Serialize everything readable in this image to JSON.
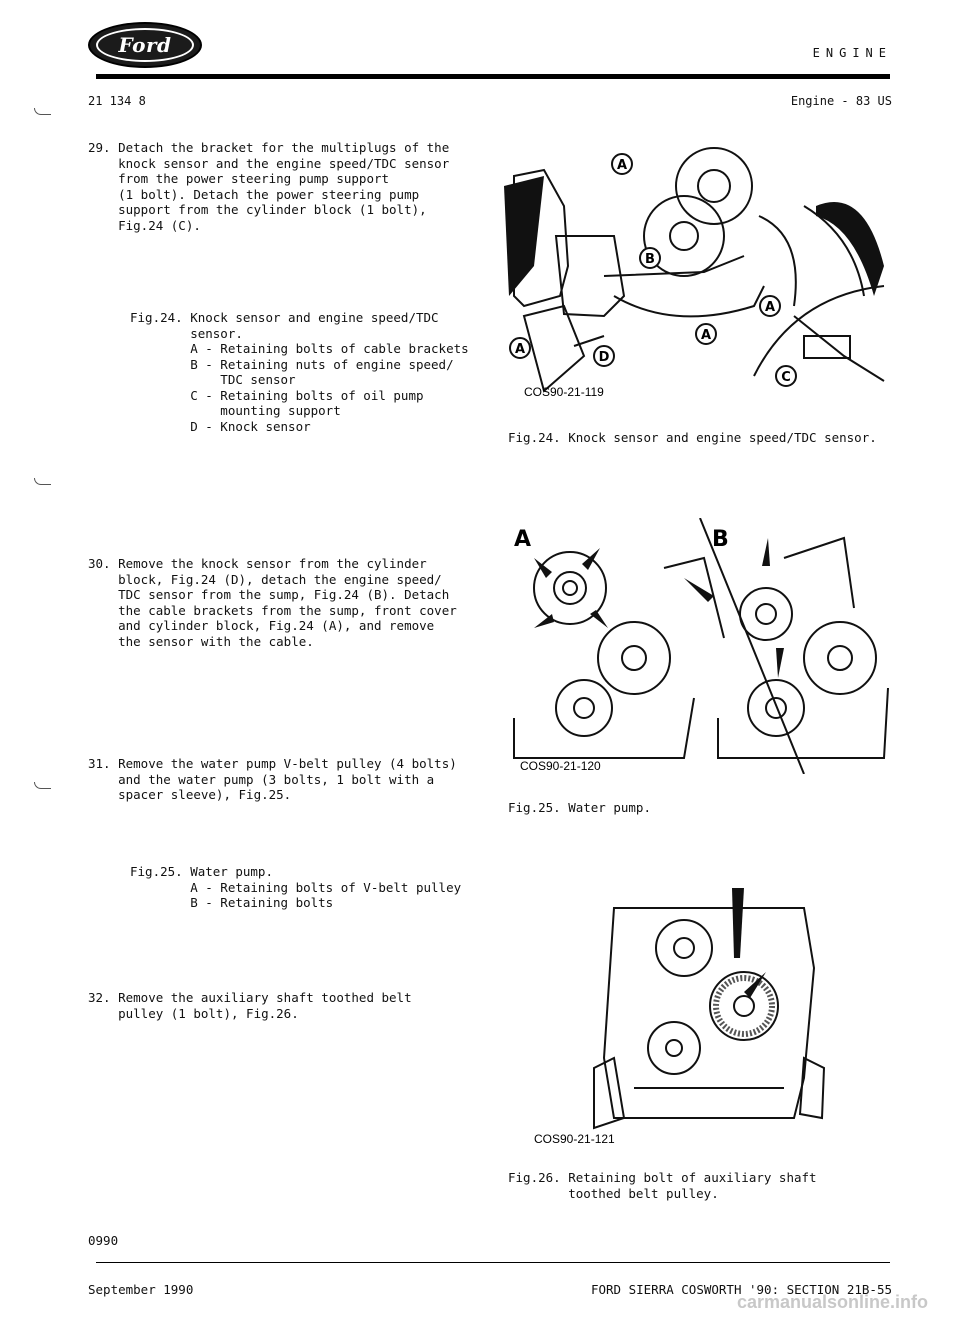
{
  "header": {
    "brand": "Ford",
    "section": "ENGINE",
    "page_ref": "21 134 8",
    "model": "Engine - 83 US"
  },
  "steps": [
    {
      "text": "29. Detach the bracket for the multiplugs of the\n    knock sensor and the engine speed/TDC sensor\n    from the power steering pump support\n    (1 bolt). Detach the power steering pump\n    support from the cylinder block (1 bolt),\n    Fig.24 (C)."
    },
    {
      "text": "30. Remove the knock sensor from the cylinder\n    block, Fig.24 (D), detach the engine speed/\n    TDC sensor from the sump, Fig.24 (B). Detach\n    the cable brackets from the sump, front cover\n    and cylinder block, Fig.24 (A), and remove\n    the sensor with the cable."
    },
    {
      "text": "31. Remove the water pump V-belt pulley (4 bolts)\n    and the water pump (3 bolts, 1 bolt with a\n    spacer sleeve), Fig.25."
    },
    {
      "text": "32. Remove the auxiliary shaft toothed belt\n    pulley (1 bolt), Fig.26."
    }
  ],
  "legends": [
    {
      "text": "Fig.24. Knock sensor and engine speed/TDC\n        sensor.\n        A - Retaining bolts of cable brackets\n        B - Retaining nuts of engine speed/\n            TDC sensor\n        C - Retaining bolts of oil pump\n            mounting support\n        D - Knock sensor"
    },
    {
      "text": "Fig.25. Water pump.\n        A - Retaining bolts of V-belt pulley\n        B - Retaining bolts"
    }
  ],
  "figures": [
    {
      "code": "COS90-21-119",
      "caption": "Fig.24. Knock sensor and engine speed/TDC sensor.",
      "labels": [
        "A",
        "B",
        "A",
        "A",
        "A",
        "D",
        "C"
      ]
    },
    {
      "code": "COS90-21-120",
      "caption": "Fig.25. Water pump.",
      "labels": [
        "A",
        "B"
      ]
    },
    {
      "code": "COS90-21-121",
      "caption": "Fig.26. Retaining bolt of auxiliary shaft\n        toothed belt pulley."
    }
  ],
  "footer": {
    "code": "0990",
    "date": "September 1990",
    "title": "FORD SIERRA COSWORTH '90: SECTION 21B-55",
    "watermark": "carmanualsonline.info"
  }
}
